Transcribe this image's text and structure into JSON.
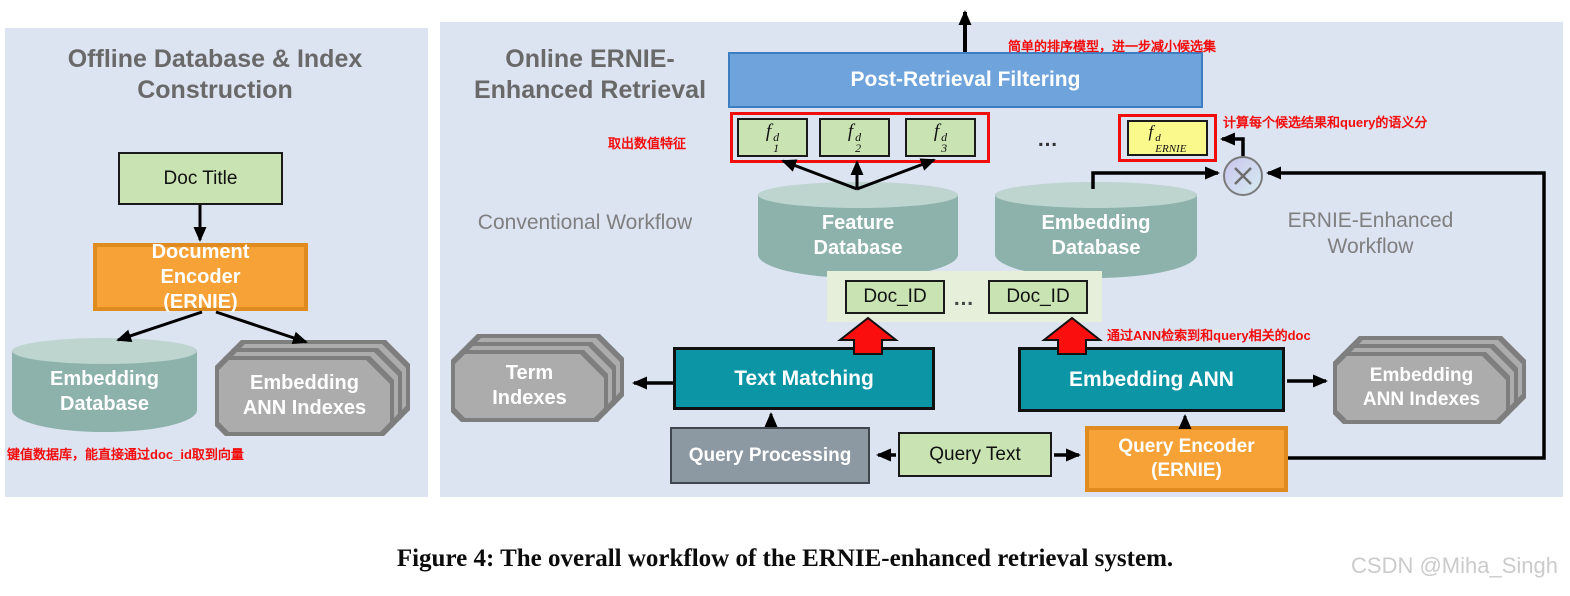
{
  "left_panel": {
    "title": "Offline Database & Index Construction",
    "doc_title": "Doc Title",
    "document_encoder": "Document Encoder (ERNIE)",
    "embedding_database": "Embedding Database",
    "embedding_ann_indexes": "Embedding ANN Indexes",
    "annotation_keyvalue": "键值数据库，能直接通过doc_id取到向量"
  },
  "right_panel": {
    "title": "Online ERNIE-Enhanced Retrieval",
    "conventional_workflow_label": "Conventional Workflow",
    "ernie_enhanced_workflow_label": "ERNIE-Enhanced Workflow",
    "post_retrieval_filtering": "Post-Retrieval Filtering",
    "features": [
      {
        "base": "f",
        "sup": "d",
        "sub": "1"
      },
      {
        "base": "f",
        "sup": "d",
        "sub": "2"
      },
      {
        "base": "f",
        "sup": "d",
        "sub": "3"
      }
    ],
    "features_ellipsis": "…",
    "f_ernie": {
      "base": "f",
      "sup": "d",
      "sub": "ERNIE"
    },
    "feature_database": "Feature Database",
    "embedding_database": "Embedding Database",
    "doc_id_left": "Doc_ID",
    "doc_id_ellipsis": "…",
    "doc_id_right": "Doc_ID",
    "term_indexes": "Term Indexes",
    "text_matching": "Text Matching",
    "embedding_ann": "Embedding ANN",
    "embedding_ann_indexes": "Embedding ANN Indexes",
    "query_processing": "Query Processing",
    "query_text": "Query Text",
    "query_encoder": "Query Encoder (ERNIE)",
    "annotations": {
      "ranking_model": "简单的排序模型，进一步减小候选集",
      "extract_features": "取出数值特征",
      "semantic_score": "计算每个候选结果和query的语义分",
      "ann_retrieval": "通过ANN检索到和query相关的doc"
    }
  },
  "caption": "Figure 4: The overall workflow of the ERNIE-enhanced retrieval system.",
  "watermark": "CSDN @Miha_Singh",
  "colors": {
    "panel_bg": "#dce4f2",
    "teal_box": "#0b95a5",
    "orange_box": "#f7a237",
    "blue_box": "#6ea3db",
    "green_box": "#c9e3b2",
    "yellow_box": "#fafa8c",
    "cylinder": "#8db2ac",
    "gray_stack": "#acacac",
    "annotation_red": "#f20d0d"
  }
}
